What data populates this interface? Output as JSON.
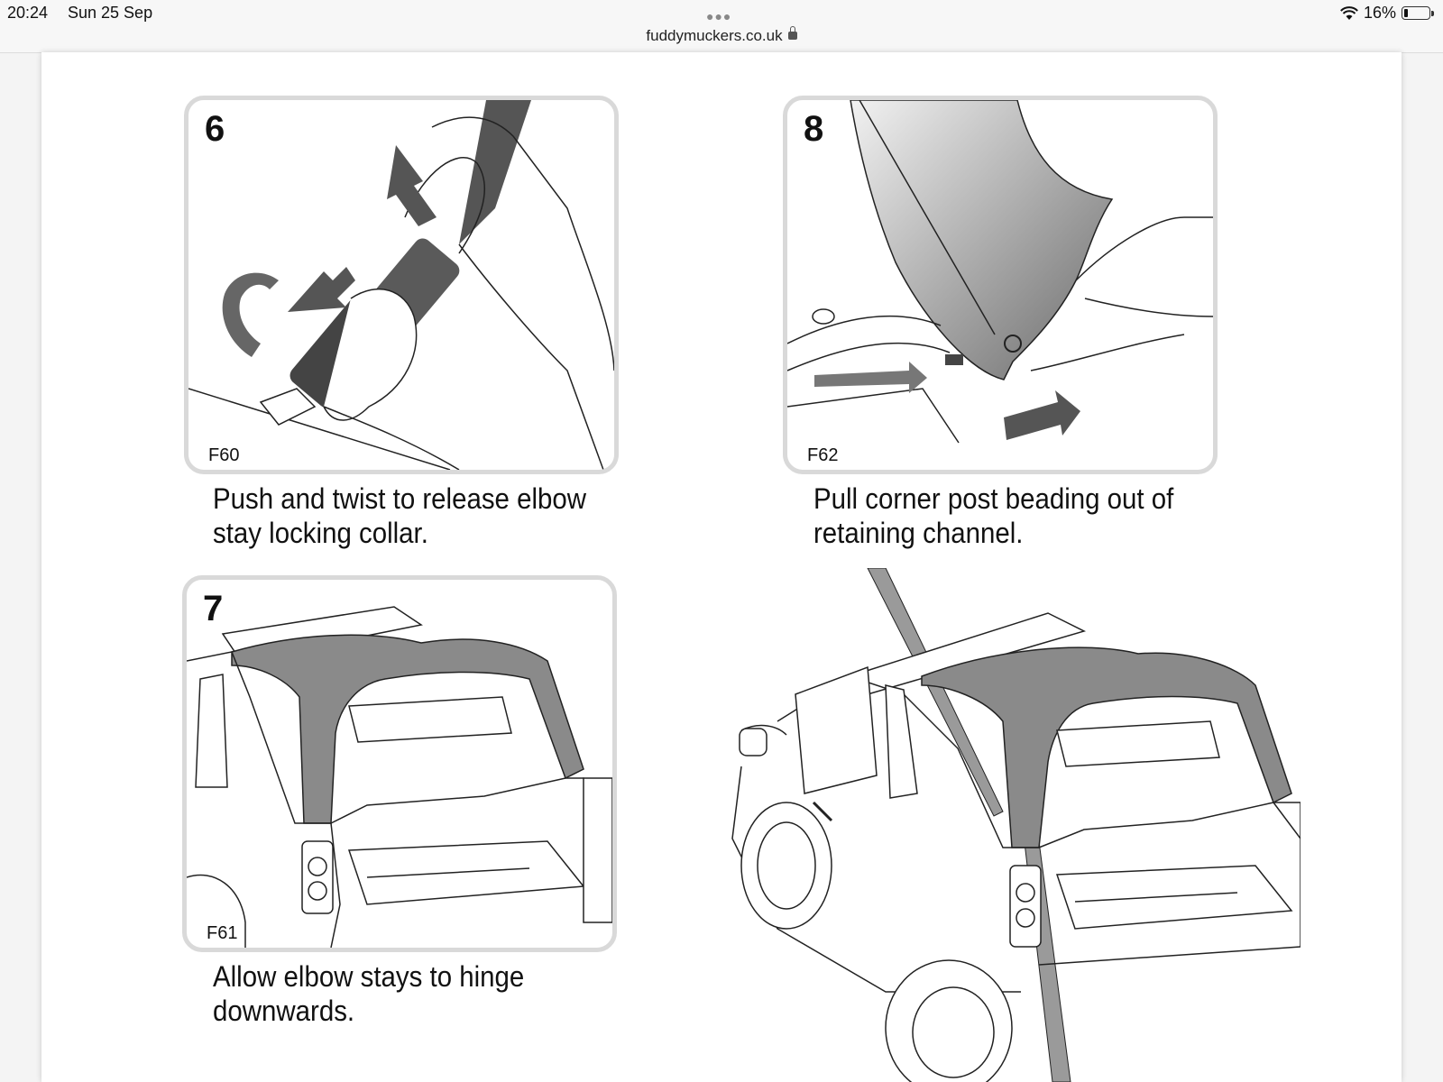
{
  "status_bar": {
    "time": "20:24",
    "date": "Sun 25 Sep",
    "url": "fuddymuckers.co.uk",
    "battery": "16%",
    "battery_level": 0.16
  },
  "steps": [
    {
      "number": "6",
      "figure": "F60",
      "caption_line1": "Push and twist to release elbow",
      "caption_line2": "stay locking collar."
    },
    {
      "number": "8",
      "figure": "F62",
      "caption_line1": "Pull corner post beading out of",
      "caption_line2": "retaining channel."
    },
    {
      "number": "7",
      "figure": "F61",
      "caption_line1": "Allow elbow stays to hinge",
      "caption_line2": "downwards."
    }
  ]
}
